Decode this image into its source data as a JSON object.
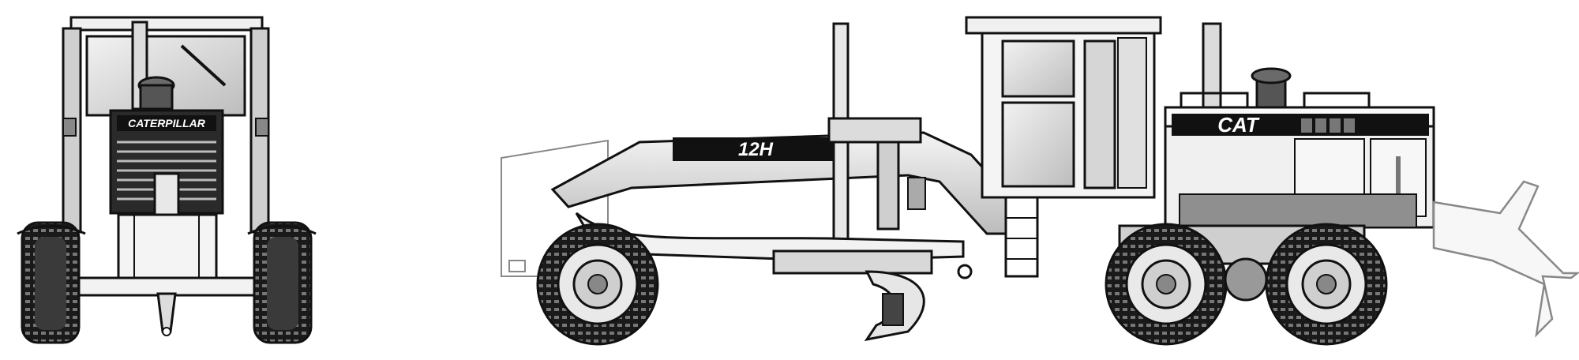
{
  "front_view": {
    "brand_plate": "CATERPILLAR"
  },
  "side_view": {
    "model_label": "12H",
    "brand_label": "CAT"
  },
  "colors": {
    "ink": "#111111",
    "light_gray": "#e6e6e6",
    "mid_gray": "#9a9a9a",
    "dark_gray": "#4a4a4a",
    "paper": "#ffffff"
  }
}
